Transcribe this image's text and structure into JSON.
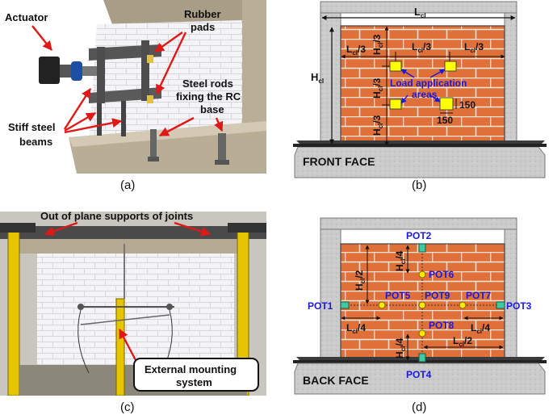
{
  "panel_a": {
    "caption": "(a)",
    "label_actuator": "Actuator",
    "label_rubber_1": "Rubber",
    "label_rubber_2": "pads",
    "label_rods_1": "Steel rods",
    "label_rods_2": "fixing the RC",
    "label_rods_3": "base",
    "label_beams_1": "Stiff steel",
    "label_beams_2": "beams"
  },
  "panel_b": {
    "caption": "(b)",
    "face_label": "FRONT FACE",
    "lcl": "L",
    "hcl": "H",
    "lcl_third": "L",
    "hcl_third": "H",
    "sub": "cl",
    "frac": "/3",
    "load_1": "Load application",
    "load_2": "areas",
    "dim_150_a": "150",
    "dim_150_b": "150"
  },
  "panel_c": {
    "caption": "(c)",
    "supports_label": "Out of plane supports of joints",
    "ext_1": "External mounting",
    "ext_2": "system"
  },
  "panel_d": {
    "caption": "(d)",
    "face_label": "BACK FACE",
    "pot1": "POT1",
    "pot2": "POT2",
    "pot3": "POT3",
    "pot4": "POT4",
    "pot5": "POT5",
    "pot6": "POT6",
    "pot7": "POT7",
    "pot8": "POT8",
    "pot9": "POT9",
    "h": "H",
    "l": "L",
    "sub": "cl",
    "half": "/2",
    "quarter": "/4"
  },
  "colors": {
    "brick": "#e0703a",
    "mortar": "#f3e6d8",
    "concrete": "#c9c9c9",
    "load_area": "#ffff00",
    "pot_blue": "#1a1ad6",
    "pot_green": "#3ec9a0",
    "arrow_red": "#e01818"
  }
}
